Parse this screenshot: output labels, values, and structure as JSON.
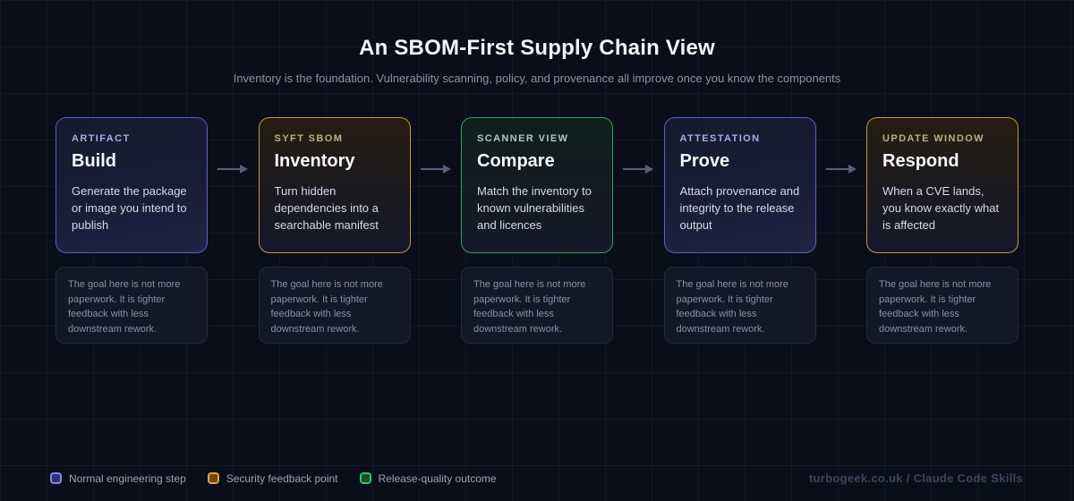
{
  "page": {
    "title": "An SBOM-First Supply Chain View",
    "subtitle": "Inventory is the foundation. Vulnerability scanning, policy, and provenance all improve once you know the components",
    "credit": "turbogeek.co.uk / Claude Code Skills"
  },
  "steps": [
    {
      "kind": "indigo",
      "label": "ARTIFACT",
      "title": "Build",
      "description": "Generate the package or image you intend to publish",
      "note": "The goal here is not more paperwork. It is tighter feedback with less downstream rework."
    },
    {
      "kind": "amber",
      "label": "SYFT SBOM",
      "title": "Inventory",
      "description": "Turn hidden dependencies into a searchable manifest",
      "note": "The goal here is not more paperwork. It is tighter feedback with less downstream rework."
    },
    {
      "kind": "green",
      "label": "SCANNER VIEW",
      "title": "Compare",
      "description": "Match the inventory to known vulnerabilities and licences",
      "note": "The goal here is not more paperwork. It is tighter feedback with less downstream rework."
    },
    {
      "kind": "indigo",
      "label": "ATTESTATION",
      "title": "Prove",
      "description": "Attach provenance and integrity to the release output",
      "note": "The goal here is not more paperwork. It is tighter feedback with less downstream rework."
    },
    {
      "kind": "amber",
      "label": "UPDATE WINDOW",
      "title": "Respond",
      "description": "When a CVE lands, you know exactly what is affected",
      "note": "The goal here is not more paperwork. It is tighter feedback with less downstream rework."
    }
  ],
  "legend": [
    {
      "swatch": "indigo",
      "label": "Normal engineering step",
      "color": "#8486ea"
    },
    {
      "swatch": "amber",
      "label": "Security feedback point",
      "color": "#e3a43b"
    },
    {
      "swatch": "green",
      "label": "Release-quality outcome",
      "color": "#2fc478"
    }
  ],
  "colors": {
    "background": "#0a0e1a",
    "indigo_border": "#5b60c7",
    "amber_border": "#c9953f",
    "green_border": "#2f9e63",
    "arrow": "#55607a"
  }
}
